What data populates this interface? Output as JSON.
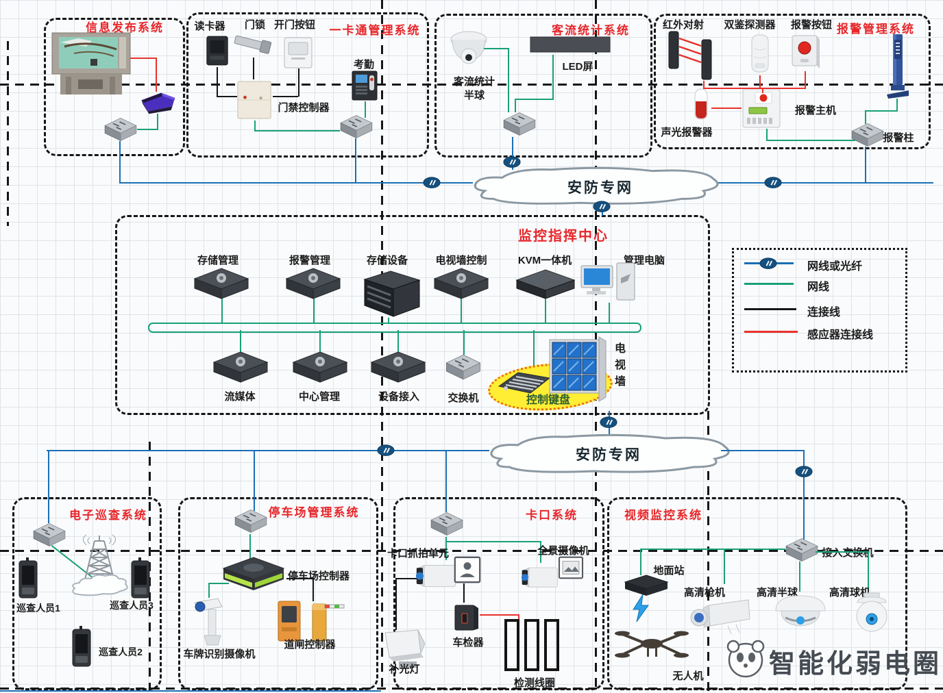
{
  "network": {
    "cloud_top": "安防专网",
    "cloud_bottom": "安防专网"
  },
  "legend": {
    "fiber": "网线或光纤",
    "lan": "网线",
    "conn": "连接线",
    "sensor": "感应器连接线"
  },
  "info_system": {
    "title": "信息发布系统"
  },
  "card_system": {
    "title": "一卡通管理系统",
    "reader": "读卡器",
    "lock": "门锁",
    "open_btn": "开门按钮",
    "attendance": "考勤",
    "controller": "门禁控制器"
  },
  "flow_system": {
    "title": "客流统计系统",
    "dome_line1": "客流统计",
    "dome_line2": "半球",
    "led": "LED屏"
  },
  "alarm_system": {
    "title": "报警管理系统",
    "ir": "红外对射",
    "dual": "双鉴探测器",
    "button": "报警按钮",
    "sounder": "声光报警器",
    "host": "报警主机",
    "post": "报警柱"
  },
  "center": {
    "title": "监控指挥中心",
    "storage_mgmt": "存储管理",
    "alarm_mgmt": "报警管理",
    "storage_dev": "存储设备",
    "tvwall_ctrl": "电视墙控制",
    "kvm": "KVM一体机",
    "mgmt_pc": "管理电脑",
    "stream": "流媒体",
    "central": "中心管理",
    "access": "设备接入",
    "switch": "交换机",
    "keyboard": "控制键盘",
    "tvwall": "电视墙"
  },
  "patrol_system": {
    "title": "电子巡查系统",
    "p1": "巡查人员1",
    "p2": "巡查人员2",
    "p3": "巡查人员3"
  },
  "parking_system": {
    "title": "停车场管理系统",
    "controller": "停车场控制器",
    "lpr": "车牌识别摄像机",
    "barrier": "道闸控制器"
  },
  "checkpoint_system": {
    "title": "卡口系统",
    "capture": "卡口抓拍单元",
    "panorama": "全景摄像机",
    "detector": "车检器",
    "fill_light": "补光灯",
    "coil": "检测线圈"
  },
  "video_system": {
    "title": "视频监控系统",
    "access_switch": "接入交换机",
    "ground": "地面站",
    "bullet": "高清枪机",
    "half_dome": "高清半球",
    "ptz": "高清球机",
    "drone": "无人机"
  },
  "watermark": "智能化弱电圈",
  "colors": {
    "fiber_line": "#1a6fb5",
    "lan_line": "#18a078",
    "conn_line": "#161616",
    "sensor_line": "#e8322c",
    "title_red": "#e8262a",
    "highlight_yellow": "#ffee33"
  }
}
